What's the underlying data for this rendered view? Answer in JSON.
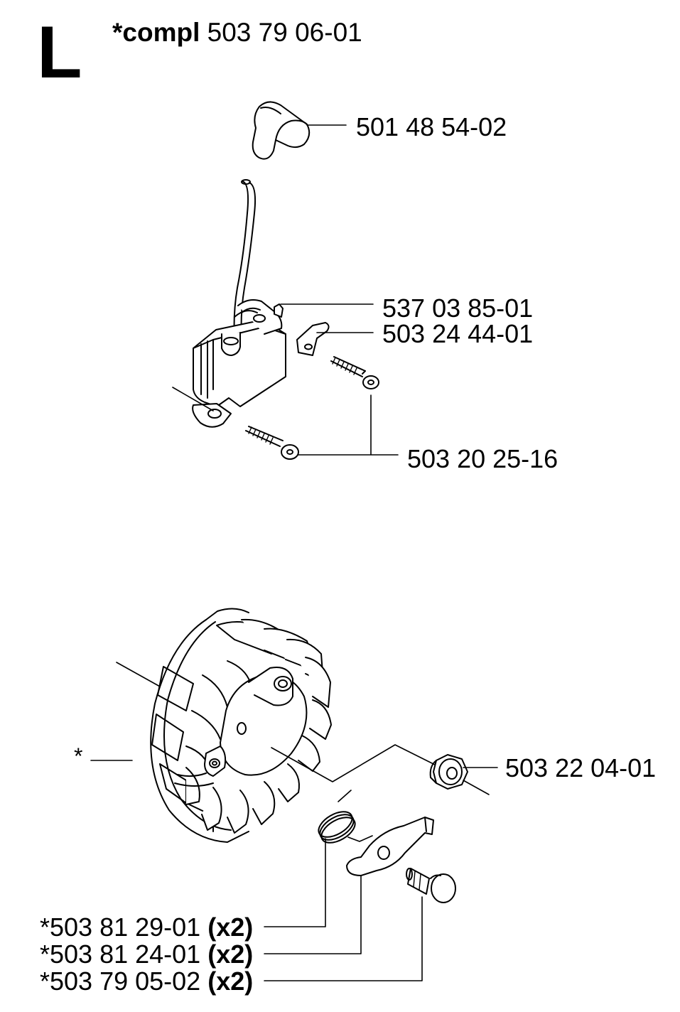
{
  "section_letter": "L",
  "assembly": {
    "prefix": "*compl",
    "part_number": "503 79 06-01"
  },
  "callouts": {
    "spark_plug_cap": "501 48 54-02",
    "terminal": "537 03 85-01",
    "contact_plate": "503 24 44-01",
    "coil_screws": "503 20 25-16",
    "flywheel_marker": "*",
    "flywheel_nut": "503 22 04-01",
    "spring": {
      "part_number": "*503 81 29-01",
      "qty": "(x2)"
    },
    "pawl": {
      "part_number": "*503 81 24-01",
      "qty": "(x2)"
    },
    "pawl_pin": {
      "part_number": "*503 79 05-02",
      "qty": "(x2)"
    }
  }
}
